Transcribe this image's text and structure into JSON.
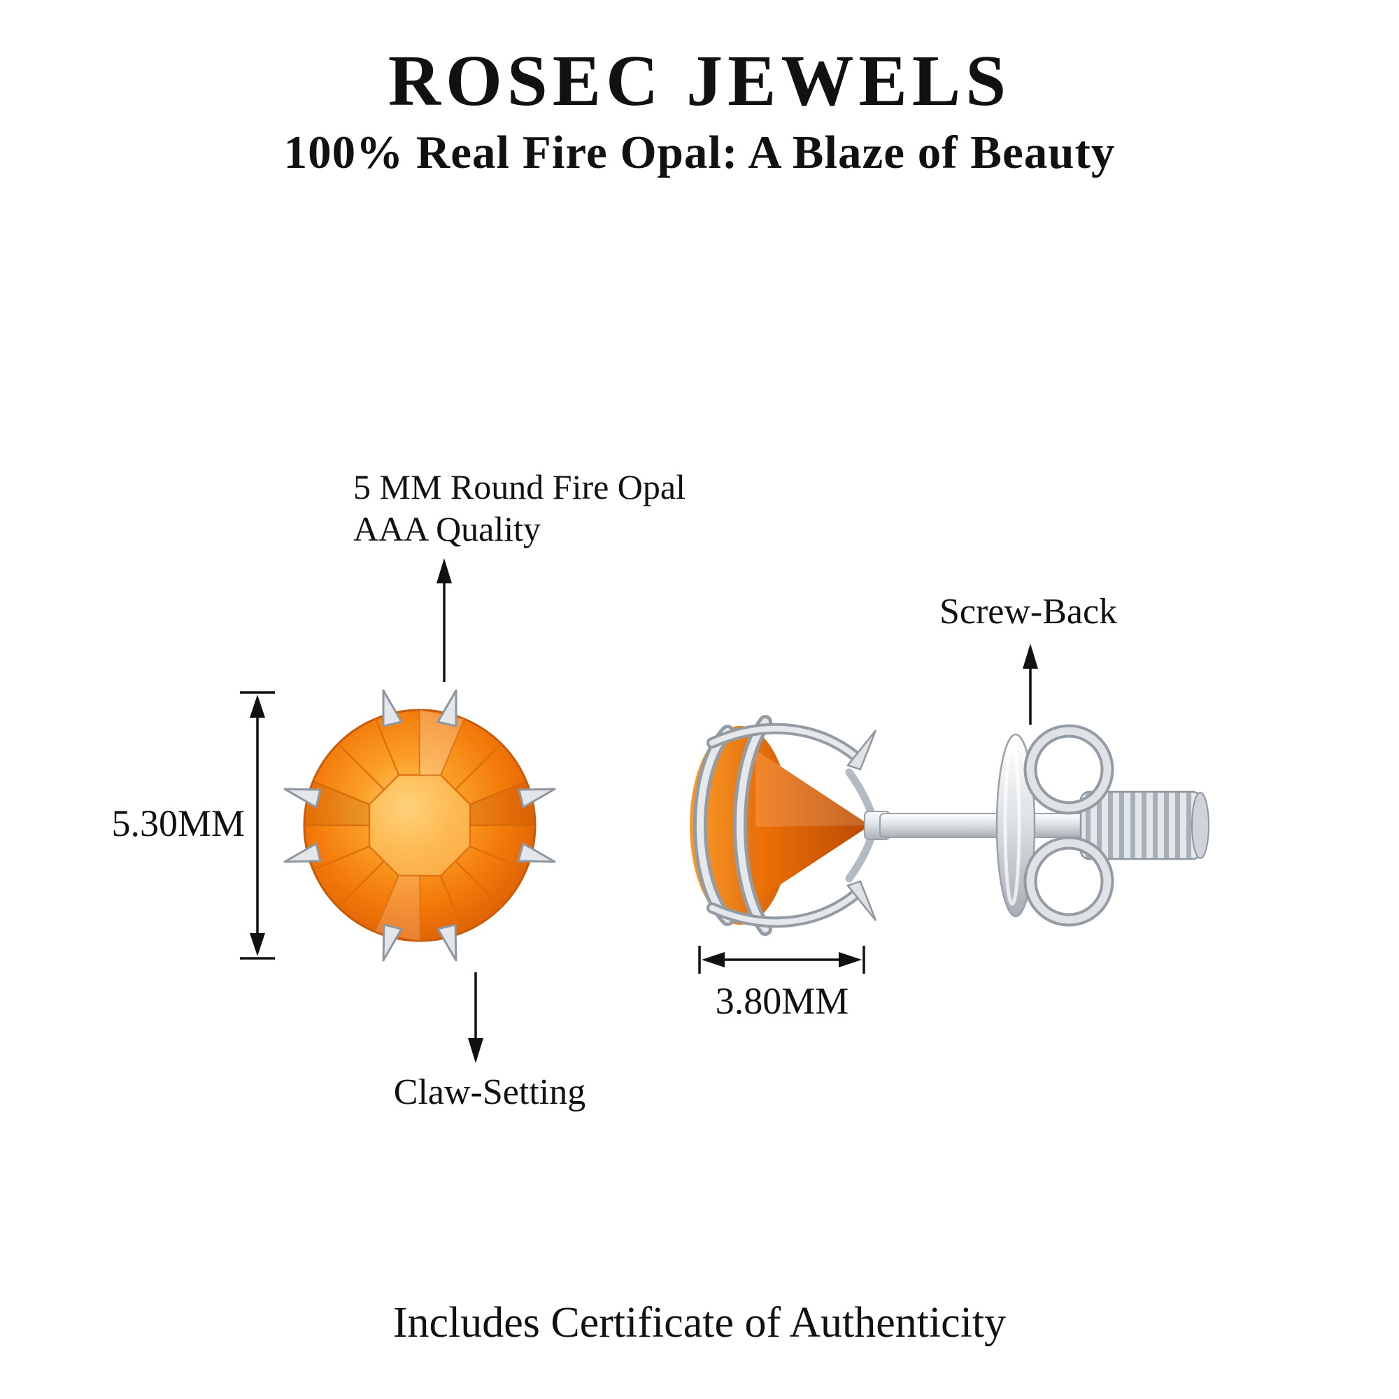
{
  "header": {
    "brand": "ROSEC JEWELS",
    "tagline": "100% Real Fire Opal: A Blaze of Beauty"
  },
  "annotations": {
    "stone_line1": "5 MM Round Fire Opal",
    "stone_line2": "AAA Quality",
    "screw_back": "Screw-Back",
    "claw_setting": "Claw-Setting",
    "height_dim": "5.30MM",
    "width_dim": "3.80MM"
  },
  "footer": {
    "certificate": "Includes Certificate of Authenticity"
  },
  "colors": {
    "opal": "#f47a0a",
    "opal_light": "#ffd27a",
    "opal_dark": "#d85c05",
    "metal_light": "#ffffff",
    "metal_mid": "#dfe3e6",
    "metal_dark": "#9aa1a8",
    "text": "#111111",
    "background": "#ffffff"
  }
}
